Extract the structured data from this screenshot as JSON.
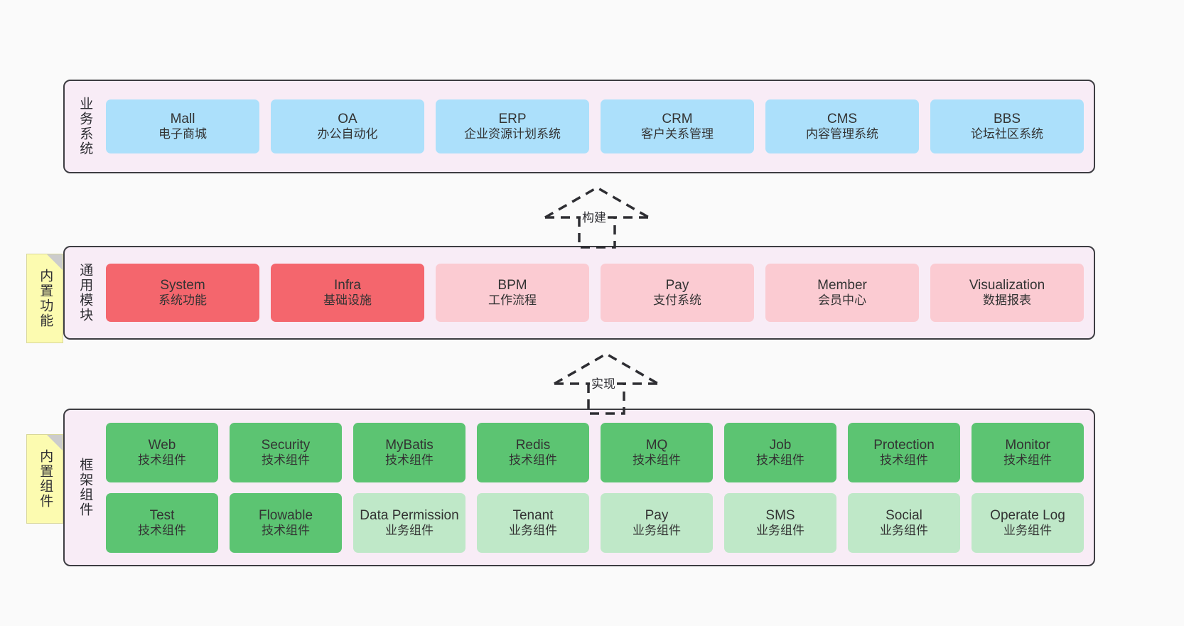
{
  "diagram": {
    "background": "#fafafa",
    "layers": [
      {
        "id": "business",
        "title": "业务系统",
        "rows": [
          {
            "cards": [
              {
                "title": "Mall",
                "sub": "电子商城",
                "style": "blue"
              },
              {
                "title": "OA",
                "sub": "办公自动化",
                "style": "blue"
              },
              {
                "title": "ERP",
                "sub": "企业资源计划系统",
                "style": "blue"
              },
              {
                "title": "CRM",
                "sub": "客户关系管理",
                "style": "blue"
              },
              {
                "title": "CMS",
                "sub": "内容管理系统",
                "style": "blue"
              },
              {
                "title": "BBS",
                "sub": "论坛社区系统",
                "style": "blue"
              }
            ]
          }
        ]
      },
      {
        "id": "modules",
        "title": "通用模块",
        "note": "内置功能",
        "rows": [
          {
            "cards": [
              {
                "title": "System",
                "sub": "系统功能",
                "style": "red"
              },
              {
                "title": "Infra",
                "sub": "基础设施",
                "style": "red"
              },
              {
                "title": "BPM",
                "sub": "工作流程",
                "style": "pink"
              },
              {
                "title": "Pay",
                "sub": "支付系统",
                "style": "pink"
              },
              {
                "title": "Member",
                "sub": "会员中心",
                "style": "pink"
              },
              {
                "title": "Visualization",
                "sub": "数据报表",
                "style": "pink"
              }
            ]
          }
        ]
      },
      {
        "id": "framework",
        "title": "框架组件",
        "note": "内置组件",
        "rows": [
          {
            "cards": [
              {
                "title": "Web",
                "sub": "技术组件",
                "style": "green"
              },
              {
                "title": "Security",
                "sub": "技术组件",
                "style": "green"
              },
              {
                "title": "MyBatis",
                "sub": "技术组件",
                "style": "green"
              },
              {
                "title": "Redis",
                "sub": "技术组件",
                "style": "green"
              },
              {
                "title": "MQ",
                "sub": "技术组件",
                "style": "green"
              },
              {
                "title": "Job",
                "sub": "技术组件",
                "style": "green"
              },
              {
                "title": "Protection",
                "sub": "技术组件",
                "style": "green"
              },
              {
                "title": "Monitor",
                "sub": "技术组件",
                "style": "green"
              }
            ]
          },
          {
            "cards": [
              {
                "title": "Test",
                "sub": "技术组件",
                "style": "green"
              },
              {
                "title": "Flowable",
                "sub": "技术组件",
                "style": "green"
              },
              {
                "title": "Data Permission",
                "sub": "业务组件",
                "style": "lgreen"
              },
              {
                "title": "Tenant",
                "sub": "业务组件",
                "style": "lgreen"
              },
              {
                "title": "Pay",
                "sub": "业务组件",
                "style": "lgreen"
              },
              {
                "title": "SMS",
                "sub": "业务组件",
                "style": "lgreen"
              },
              {
                "title": "Social",
                "sub": "业务组件",
                "style": "lgreen"
              },
              {
                "title": "Operate Log",
                "sub": "业务组件",
                "style": "lgreen"
              }
            ]
          }
        ]
      }
    ],
    "connectors": [
      {
        "id": "build",
        "label": "构建",
        "from": "modules",
        "to": "business",
        "style": "dashed-generalization"
      },
      {
        "id": "impl",
        "label": "实现",
        "from": "framework",
        "to": "modules",
        "style": "dashed-generalization"
      }
    ],
    "colors": {
      "container_fill": "#f8ecf6",
      "container_border": "#3d3d42",
      "blue": "#ace0fb",
      "red": "#f4666d",
      "pink": "#fbcbd2",
      "green": "#5cc472",
      "light_green": "#bfe8c8",
      "note_fill": "#fcfbb0",
      "note_fold": "#cccccc"
    }
  }
}
